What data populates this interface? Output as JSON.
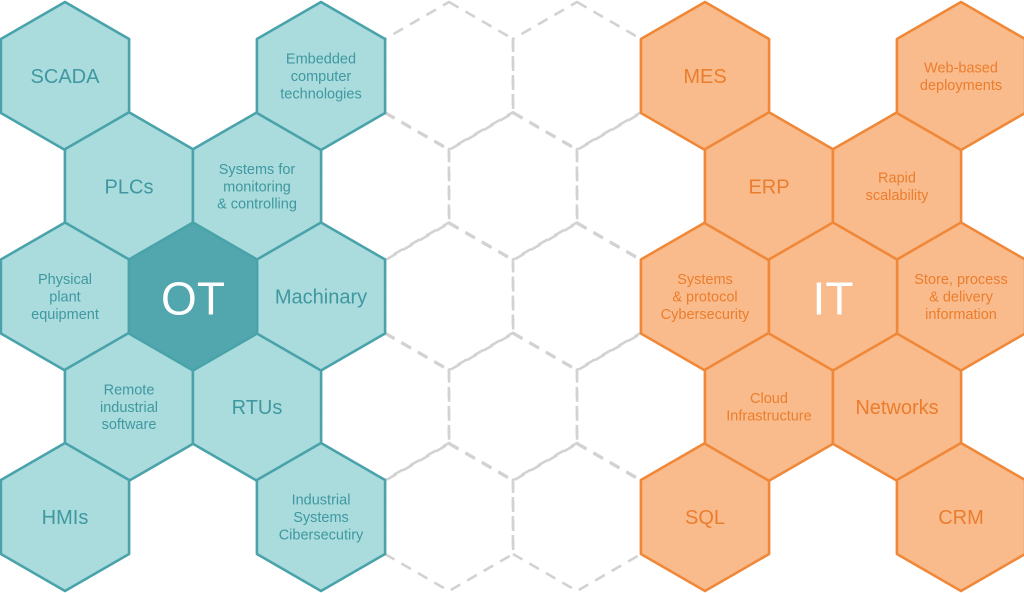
{
  "colors": {
    "ot_fill": "#aadcdd",
    "ot_stroke": "#4aa3aa",
    "ot_text": "#3f98a0",
    "ot_core_fill": "#52a6ae",
    "it_fill": "#f9bb8b",
    "it_stroke": "#f0883a",
    "it_text": "#eb7d2e",
    "empty_stroke": "#d2d2d2",
    "core_text": "#ffffff"
  },
  "ot": {
    "core": [
      "OT"
    ],
    "items": [
      [
        "SCADA"
      ],
      [
        "PLCs"
      ],
      [
        "Physical",
        "plant",
        "equipment"
      ],
      [
        "Remote",
        "industrial",
        "software"
      ],
      [
        "HMIs"
      ],
      [
        "Systems for",
        "monitoring",
        "& controlling"
      ],
      [
        "RTUs"
      ],
      [
        "Embedded",
        "computer",
        "technologies"
      ],
      [
        "Machinary"
      ],
      [
        "Industrial",
        "Systems",
        "Cibersecutiry"
      ]
    ]
  },
  "it": {
    "core": [
      "IT"
    ],
    "items": [
      [
        "MES"
      ],
      [
        "Systems",
        "& protocol",
        "Cybersecurity"
      ],
      [
        "SQL"
      ],
      [
        "ERP"
      ],
      [
        "Cloud",
        "Infrastructure"
      ],
      [
        "Rapid",
        "scalability"
      ],
      [
        "Networks"
      ],
      [
        "Web-based",
        "deployments"
      ],
      [
        "Store, process",
        "& delivery",
        "information"
      ],
      [
        "CRM"
      ]
    ]
  }
}
